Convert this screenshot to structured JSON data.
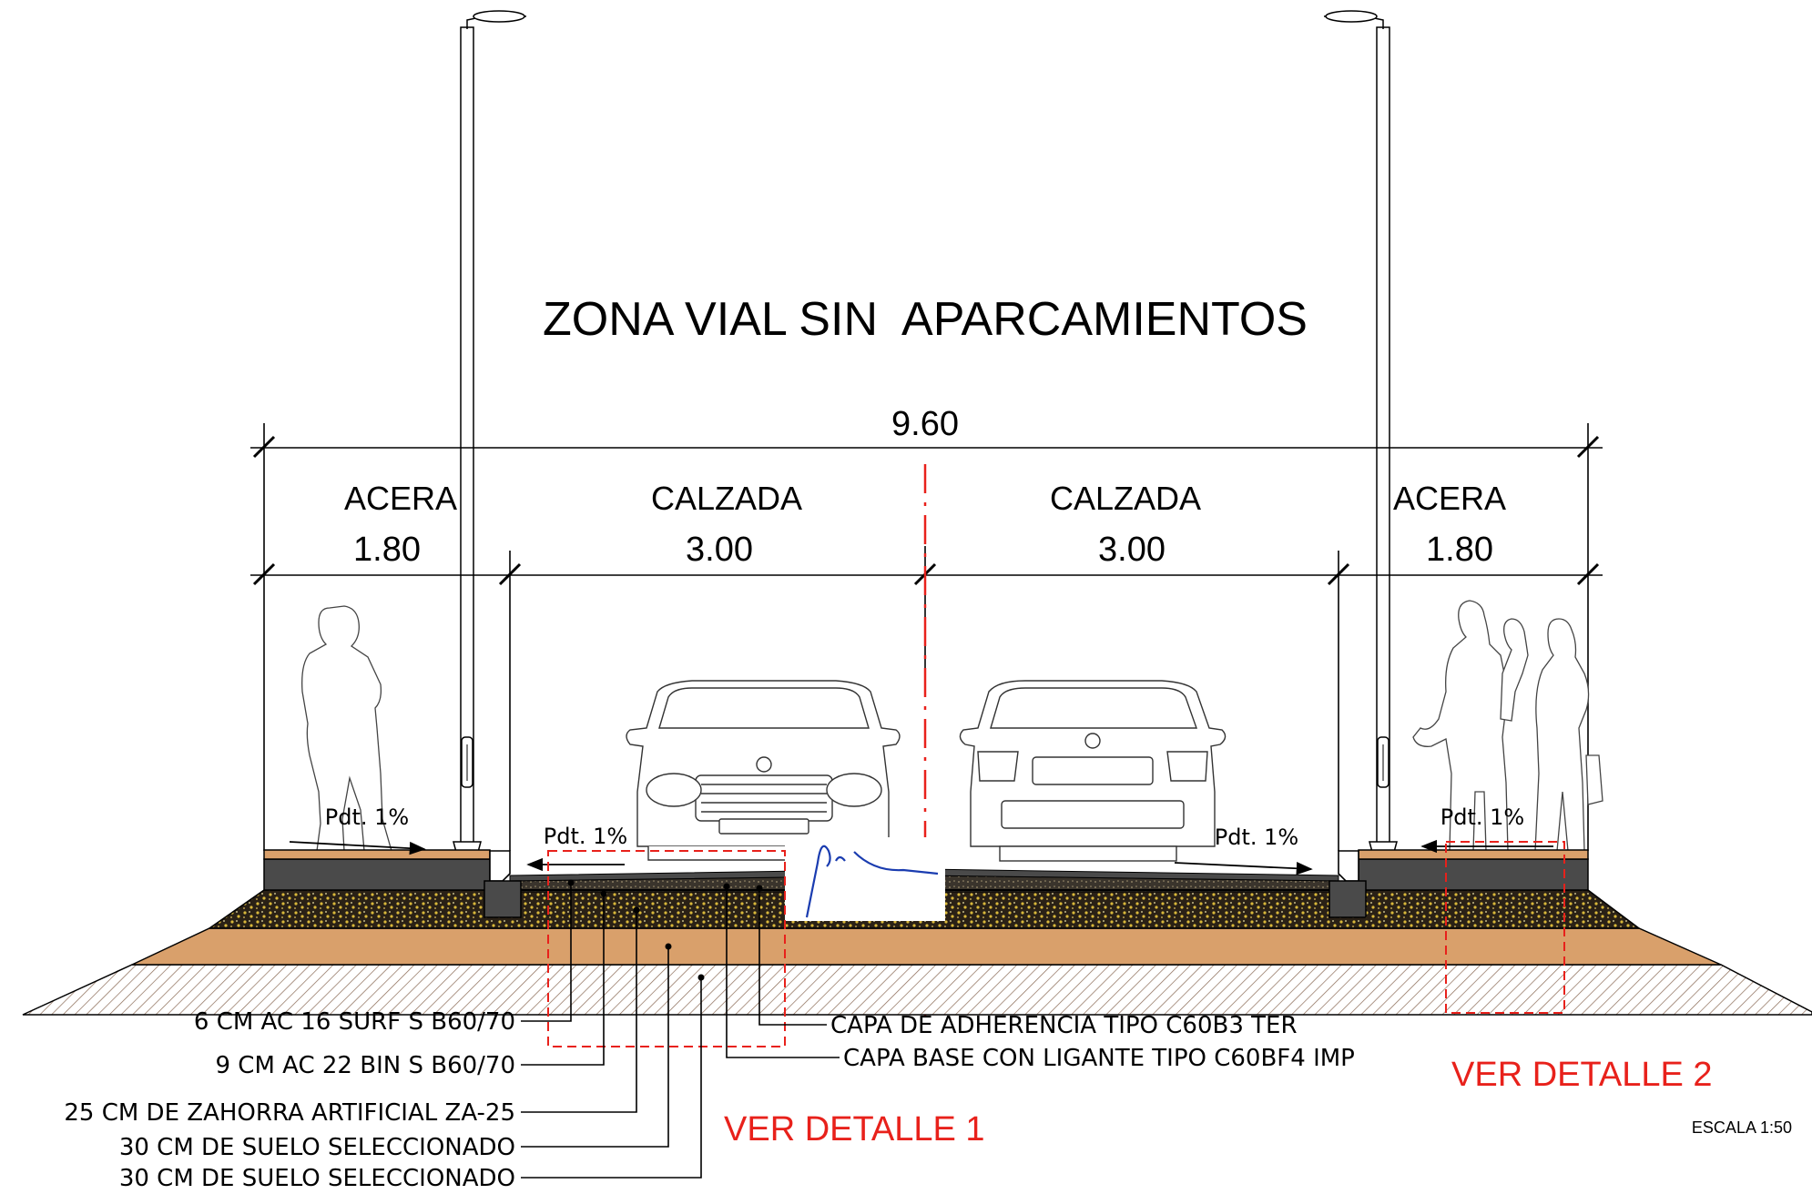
{
  "title": "ZONA VIAL SIN  APARCAMIENTOS",
  "total_width": "9.60",
  "sections": [
    {
      "name": "ACERA",
      "width": "1.80"
    },
    {
      "name": "CALZADA",
      "width": "3.00"
    },
    {
      "name": "CALZADA",
      "width": "3.00"
    },
    {
      "name": "ACERA",
      "width": "1.80"
    }
  ],
  "slopes": [
    "Pdt. 1%",
    "Pdt. 1%",
    "Pdt. 1%",
    "Pdt. 1%"
  ],
  "layer_labels": [
    "6 CM AC 16 SURF S B60/70",
    "9 CM AC 22 BIN S B60/70",
    "25 CM DE ZAHORRA ARTIFICIAL ZA-25",
    "30 CM DE SUELO SELECCIONADO",
    "30 CM DE SUELO SELECCIONADO"
  ],
  "coat_labels": [
    "CAPA DE ADHERENCIA TIPO C60B3 TER",
    "CAPA BASE CON LIGANTE TIPO C60BF4 IMP"
  ],
  "detail_labels": [
    "VER DETALLE 1",
    "VER DETALLE 2"
  ],
  "scale": "ESCALA 1:50",
  "colors": {
    "line": "#000000",
    "detail_red": "#e8211b",
    "subbase_orange": "#d9a06b",
    "gravel_dark": "#2a2116",
    "gravel_dots": "#d9b83a",
    "asphalt": "#4a4a4a",
    "signature_blue": "#1a3cb0"
  }
}
